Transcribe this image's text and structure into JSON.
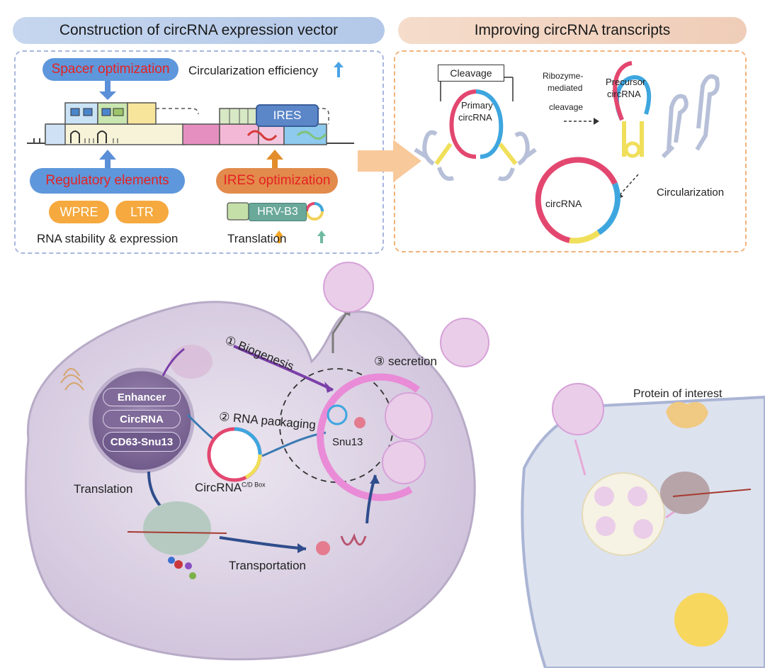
{
  "top_left": {
    "header": "Construction of circRNA expression vector",
    "spacer_pill": "Spacer optimization",
    "circ_efficiency": "Circularization efficiency",
    "ires_box": "IRES",
    "regulatory_pill": "Regulatory elements",
    "ires_pill": "IRES optimization",
    "wpre": "WPRE",
    "ltr": "LTR",
    "hrv": "HRV-B3",
    "stability": "RNA stability & expression",
    "translation": "Translation"
  },
  "top_right": {
    "header": "Improving circRNA transcripts",
    "cleavage": "Cleavage",
    "primary_1": "Primary",
    "primary_2": "circRNA",
    "ribozyme_1": "Ribozyme-",
    "ribozyme_2": "mediated",
    "ribozyme_3": "cleavage",
    "precursor_1": "Precursor",
    "precursor_2": "circRNA",
    "circ_label": "circRNA",
    "circularization": "Circularization"
  },
  "cell": {
    "biogenesis": "① Biogenesis",
    "packaging": "② RNA packaging",
    "secretion": "③ secretion",
    "enhancer": "Enhancer",
    "circrna": "CircRNA",
    "cd63": "CD63-Snu13",
    "translation": "Translation",
    "circ_cd_main": "CircRNA",
    "circ_cd_sup": "C/D Box",
    "snu13": "Snu13",
    "transportation": "Transportation"
  },
  "recipient": {
    "protein": "Protein of interest"
  },
  "colors": {
    "header_left": "#b9cdea",
    "header_right": "#f2d3bf",
    "pill_blue": "#5b93d6",
    "pill_orange": "#f5b251",
    "red_text": "#e52222",
    "cell": "#d9d0e2",
    "nucleus": "#8a759f",
    "ring_red": "#e3476f",
    "ring_blue": "#3ea6df",
    "ring_yellow": "#f0df5a"
  }
}
